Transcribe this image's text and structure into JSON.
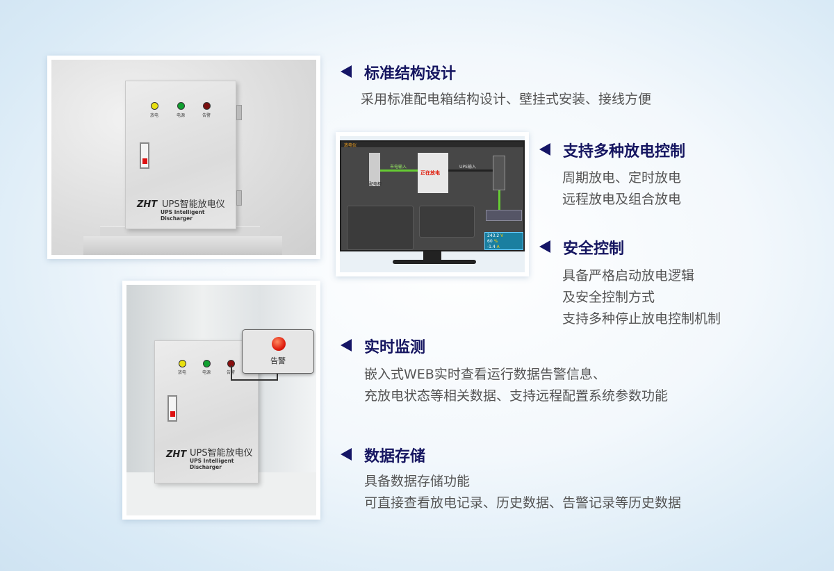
{
  "product": {
    "name_cn": "UPS智能放电仪",
    "name_en": "UPS Intelligent Discharger",
    "logo": "ZHT",
    "indicators": [
      "放电",
      "电源",
      "告警"
    ],
    "alarm_callout": "告警"
  },
  "screen": {
    "title": "放电仪",
    "labels": {
      "mains_in": "市电输入",
      "ups_in": "UPS输入",
      "discharging": "正在放电",
      "cabinet": "配电柜"
    },
    "readings": {
      "voltage": "243.2",
      "voltage_unit": "V",
      "capacity": "60",
      "capacity_unit": "%",
      "current": "-1.4",
      "current_unit": "A"
    }
  },
  "colors": {
    "heading": "#151560",
    "body": "#555555",
    "accent_red": "#e02010",
    "led_yellow": "#e8e010",
    "led_green": "#10a030"
  },
  "features": [
    {
      "title": "标准结构设计",
      "lines": [
        "采用标准配电箱结构设计、壁挂式安装、接线方便"
      ]
    },
    {
      "title": "支持多种放电控制",
      "lines": [
        "周期放电、定时放电",
        "远程放电及组合放电"
      ]
    },
    {
      "title": "安全控制",
      "lines": [
        "具备严格启动放电逻辑",
        "及安全控制方式",
        "支持多种停止放电控制机制"
      ]
    },
    {
      "title": "实时监测",
      "lines": [
        "嵌入式WEB实时查看运行数据告警信息、",
        "充放电状态等相关数据、支持远程配置系统参数功能"
      ]
    },
    {
      "title": "数据存储",
      "lines": [
        "具备数据存储功能",
        "可直接查看放电记录、历史数据、告警记录等历史数据"
      ]
    }
  ]
}
